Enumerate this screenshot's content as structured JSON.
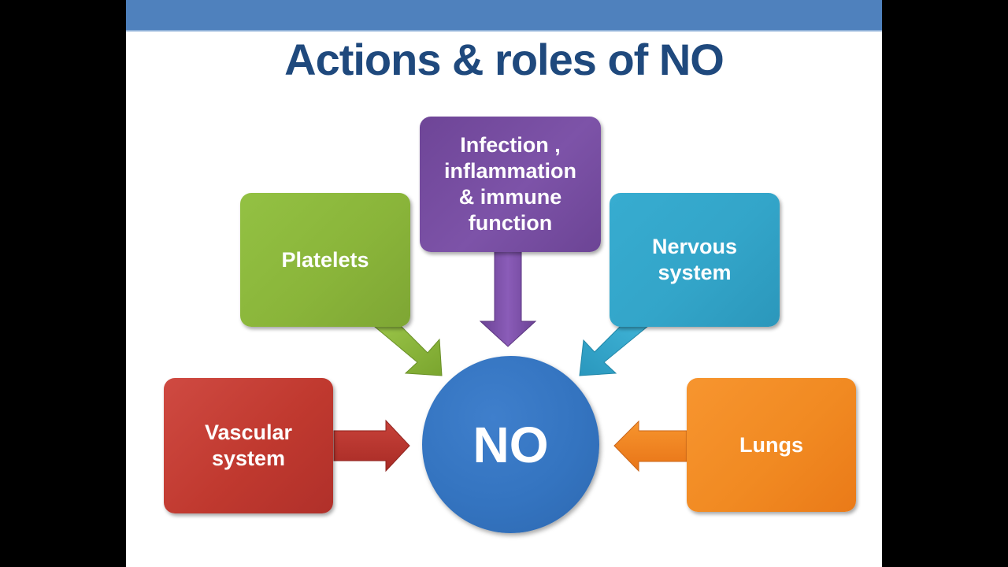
{
  "slide": {
    "title": "Actions & roles of NO",
    "header_bar_color": "#4f81bd",
    "title_color": "#1f497d"
  },
  "diagram": {
    "center": {
      "label": "NO",
      "color": "#3474c0"
    },
    "nodes": [
      {
        "id": "vascular",
        "label": "Vascular\nsystem",
        "color": "#c0392f",
        "arrow_direction": "right"
      },
      {
        "id": "platelets",
        "label": "Platelets",
        "color": "#8ab53a",
        "arrow_direction": "down-right"
      },
      {
        "id": "infection",
        "label": "Infection ,\ninflammation\n& immune\nfunction",
        "color": "#7a4fa3",
        "arrow_direction": "down"
      },
      {
        "id": "nervous",
        "label": "Nervous\nsystem",
        "color": "#33a5c9",
        "arrow_direction": "down-left"
      },
      {
        "id": "lungs",
        "label": "Lungs",
        "color": "#f0821f",
        "arrow_direction": "left"
      }
    ]
  }
}
